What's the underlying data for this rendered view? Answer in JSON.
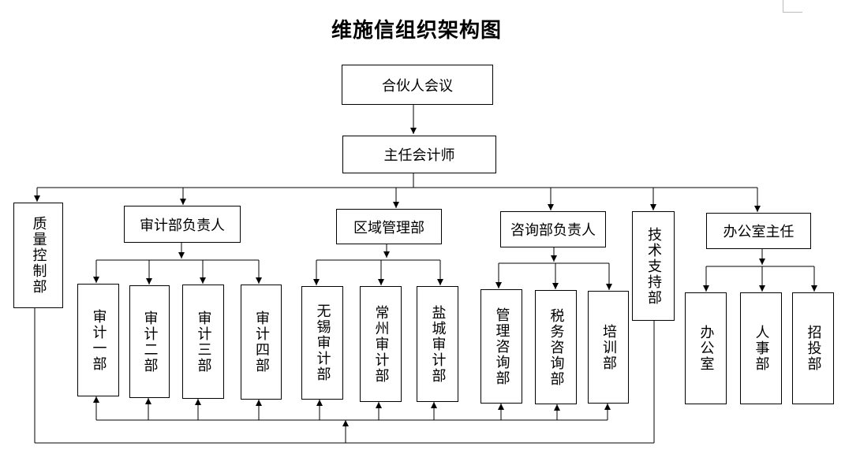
{
  "title": "维施信组织架构图",
  "nodes": {
    "partners_meeting": "合伙人会议",
    "chief_accountant": "主任会计师",
    "quality_control": "质量控制部",
    "audit_head": "审计部负责人",
    "regional_mgmt": "区域管理部",
    "consulting_head": "咨询部负责人",
    "tech_support": "技术支持部",
    "office_director": "办公室主任",
    "audit_1": "审计一部",
    "audit_2": "审计二部",
    "audit_3": "审计三部",
    "audit_4": "审计四部",
    "wuxi_audit": "无锡审计部",
    "changzhou_audit": "常州审计部",
    "yancheng_audit": "盐城审计部",
    "mgmt_consulting": "管理咨询部",
    "tax_consulting": "税务咨询部",
    "training": "培训部",
    "office": "办公室",
    "hr": "人事部",
    "bidding": "招投部"
  }
}
